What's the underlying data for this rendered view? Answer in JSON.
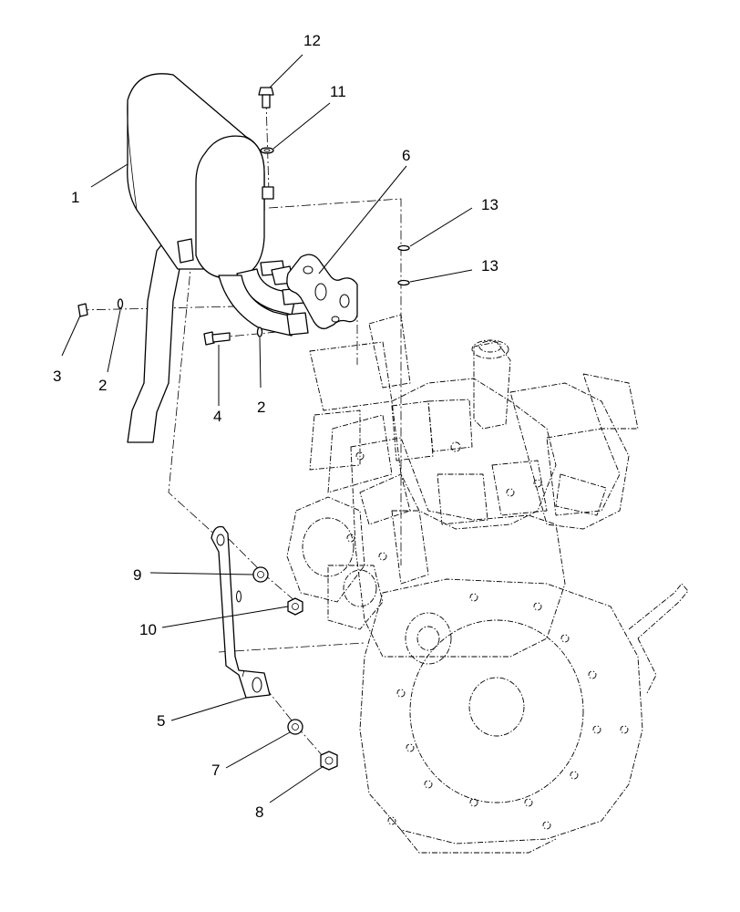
{
  "callouts": [
    {
      "id": "c1",
      "number": "1"
    },
    {
      "id": "c2a",
      "number": "2"
    },
    {
      "id": "c2b",
      "number": "2"
    },
    {
      "id": "c3",
      "number": "3"
    },
    {
      "id": "c4",
      "number": "4"
    },
    {
      "id": "c5",
      "number": "5"
    },
    {
      "id": "c6",
      "number": "6"
    },
    {
      "id": "c7",
      "number": "7"
    },
    {
      "id": "c8",
      "number": "8"
    },
    {
      "id": "c9",
      "number": "9"
    },
    {
      "id": "c10",
      "number": "10"
    },
    {
      "id": "c11",
      "number": "11"
    },
    {
      "id": "c12",
      "number": "12"
    },
    {
      "id": "c13a",
      "number": "13"
    },
    {
      "id": "c13b",
      "number": "13"
    }
  ]
}
